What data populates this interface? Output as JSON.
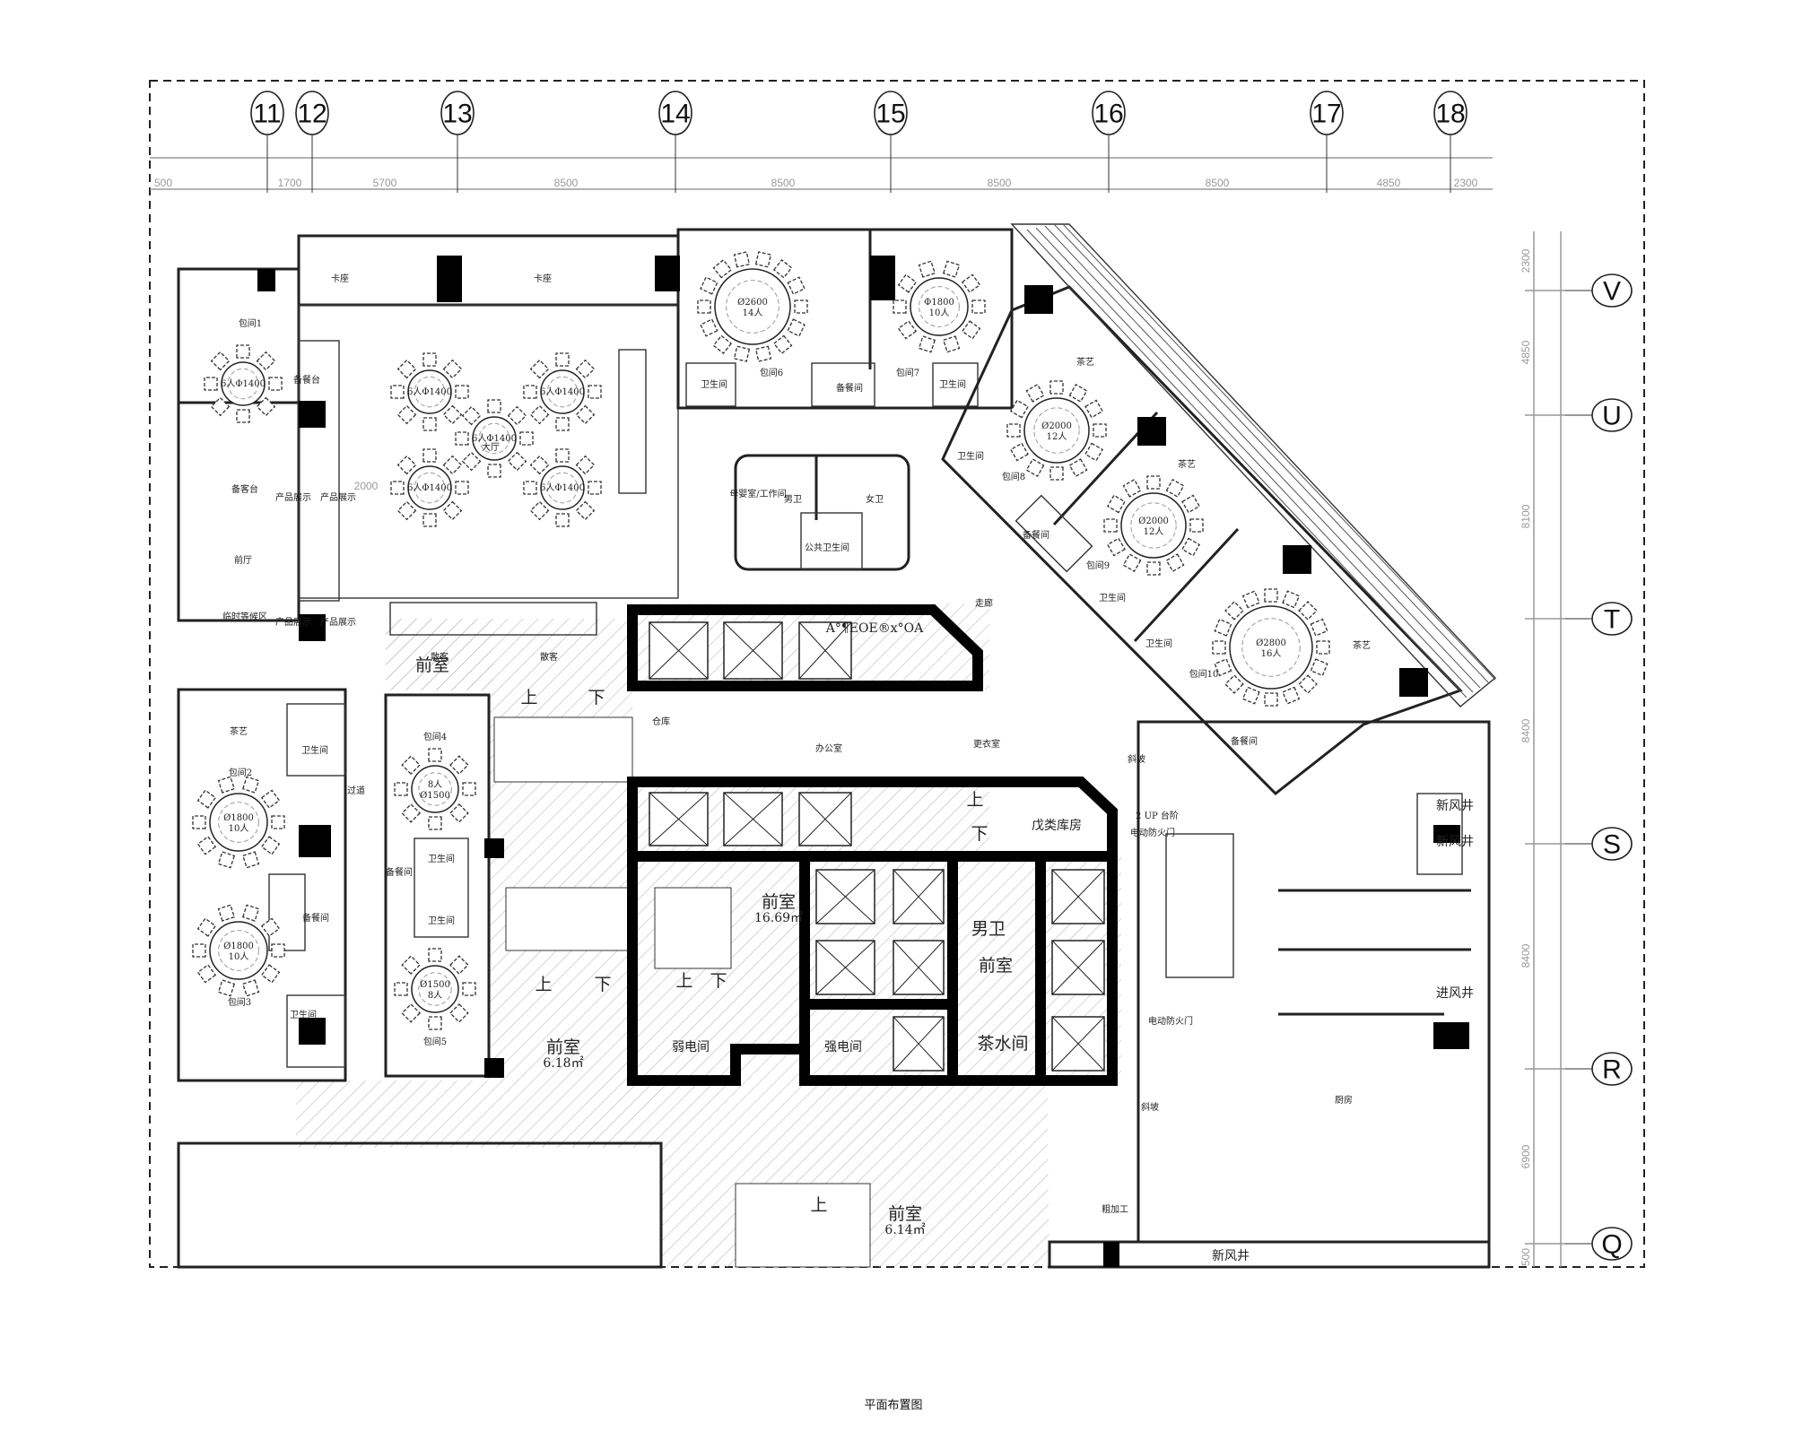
{
  "drawing_title": "平面布置图",
  "column_axes": [
    "11",
    "12",
    "13",
    "14",
    "15",
    "16",
    "17",
    "18"
  ],
  "row_axes": [
    "V",
    "U",
    "T",
    "S",
    "R",
    "Q"
  ],
  "top_dimensions": [
    "500",
    "1700",
    "5700",
    "8500",
    "8500",
    "8500",
    "8500",
    "4850",
    "2300"
  ],
  "right_dimensions": [
    "2300",
    "4850",
    "8100",
    "8400",
    "8400",
    "6900",
    "500"
  ],
  "rooms": {
    "private_1": "包间1",
    "booth_a": "卡座",
    "booth_b": "卡座",
    "serving_counter": "备餐台",
    "hall": "大厅",
    "guest_desk": "备客台",
    "display_1": "产品展示",
    "display_2": "产品展示",
    "display_3": "产品展示",
    "display_4": "产品展示",
    "hall_dim": "2000",
    "lobby": "前厅",
    "waiting": "临时等候区",
    "guest_a": "散客",
    "guest_b": "散客",
    "private_6": "包间6",
    "wc_6": "卫生间",
    "pantry_67": "备餐间",
    "private_7": "包间7",
    "wc_7": "卫生间",
    "mother_room": "母婴室/工作间",
    "men_wc": "男卫",
    "women_wc": "女卫",
    "public_wc": "公共卫生间",
    "private_8": "包间8",
    "wc_8": "卫生间",
    "tea_8": "茶艺",
    "pantry_89": "备餐间",
    "private_9": "包间9",
    "tea_9": "茶艺",
    "wc_9": "卫生间",
    "wc_10": "卫生间",
    "private_10": "包间10",
    "tea_10": "茶艺",
    "corridor": "走廊",
    "ramp_a": "斜坡",
    "storage_e": "戊类库房",
    "garbled_sign": "A°¶EOE®x°OA",
    "warehouse": "仓库",
    "office": "办公室",
    "locker": "更衣室",
    "anteroom_a": "前室",
    "stair_up_a": "上",
    "stair_down_a": "下",
    "stair_up_b": "上",
    "stair_down_b": "下",
    "stair_up_c": "上",
    "stair_down_c": "下",
    "stair_up_d": "上",
    "stair_down_d": "下",
    "stair_up_e": "上",
    "anteroom_b": "前室",
    "anteroom_b_area": "16.69㎡",
    "weak_elec": "弱电间",
    "strong_elec": "强电间",
    "men_wc_core": "男卫",
    "anteroom_core": "前室",
    "tea_room": "茶水间",
    "anteroom_c": "前室",
    "anteroom_c_area": "6.18㎡",
    "anteroom_d": "前室",
    "anteroom_d_area": "6.14㎡",
    "tea_2": "茶艺",
    "wc_2": "卫生间",
    "private_2": "包间2",
    "passage": "过道",
    "pantry_23": "备餐间",
    "private_3": "包间3",
    "wc_3": "卫生间",
    "private_4": "包间4",
    "wc_4": "卫生间",
    "pantry_45": "备餐间",
    "wc_5": "卫生间",
    "private_5": "包间5",
    "up_step": "2 UP 台阶",
    "fire_door_a": "电动防火门",
    "fire_door_b": "电动防火门",
    "ramp_b": "斜坡",
    "pantry_k": "备餐间",
    "fresh_air_1": "新风井",
    "fresh_air_2": "新风井",
    "inlet_shaft": "进风井",
    "kitchen": "厨房",
    "rough_process": "粗加工",
    "fresh_air_bottom": "新风井"
  },
  "tables": [
    {
      "label": "6人Φ1400"
    },
    {
      "label": "6人Φ1400"
    },
    {
      "label": "6人Φ1400"
    },
    {
      "label": "6人Φ1400"
    },
    {
      "label": "6人Φ1400"
    },
    {
      "label": "6人Φ1400"
    },
    {
      "label": "Ø2600",
      "seats": "14人"
    },
    {
      "label": "Φ1800",
      "seats": "10人"
    },
    {
      "label": "Ø2000",
      "seats": "12人"
    },
    {
      "label": "Ø2000",
      "seats": "12人"
    },
    {
      "label": "Ø2800",
      "seats": "16人"
    },
    {
      "label": "Ø1800",
      "seats": "10人"
    },
    {
      "label": "Ø1800",
      "seats": "10人"
    },
    {
      "label": "8人",
      "seats": "Ø1500"
    },
    {
      "label": "Ø1500",
      "seats": "8人"
    }
  ]
}
